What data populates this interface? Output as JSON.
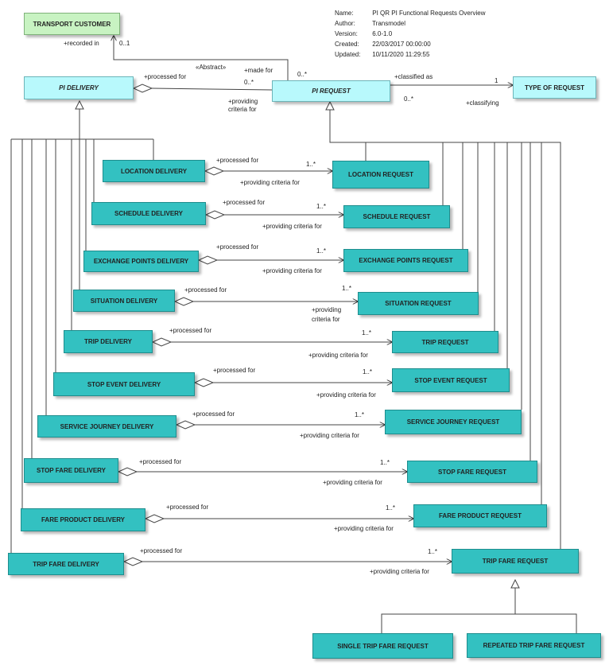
{
  "metadata": {
    "name_label": "Name:",
    "name_value": "PI QR PI Functional Requests Overview",
    "author_label": "Author:",
    "author_value": "Transmodel",
    "version_label": "Version:",
    "version_value": "6.0-1.0",
    "created_label": "Created:",
    "created_value": "22/03/2017 00:00:00",
    "updated_label": "Updated:",
    "updated_value": "10/11/2020 11:29:55"
  },
  "classes": {
    "transport_customer": "TRANSPORT CUSTOMER",
    "pi_delivery": "PI DELIVERY",
    "pi_request": "PI REQUEST",
    "type_of_request": "TYPE OF REQUEST",
    "location_delivery": "LOCATION DELIVERY",
    "location_request": "LOCATION REQUEST",
    "schedule_delivery": "SCHEDULE DELIVERY",
    "schedule_request": "SCHEDULE REQUEST",
    "exchange_points_delivery": "EXCHANGE POINTS DELIVERY",
    "exchange_points_request": "EXCHANGE POINTS REQUEST",
    "situation_delivery": "SITUATION  DELIVERY",
    "situation_request": "SITUATION REQUEST",
    "trip_delivery": "TRIP DELIVERY",
    "trip_request": "TRIP REQUEST",
    "stop_event_delivery": "STOP EVENT DELIVERY",
    "stop_event_request": "STOP EVENT REQUEST",
    "service_journey_delivery": "SERVICE JOURNEY DELIVERY",
    "service_journey_request": "SERVICE JOURNEY REQUEST",
    "stop_fare_delivery": "STOP FARE DELIVERY",
    "stop_fare_request": "STOP FARE REQUEST",
    "fare_product_delivery": "FARE PRODUCT DELIVERY",
    "fare_product_request": "FARE PRODUCT REQUEST",
    "trip_fare_delivery": "TRIP FARE DELIVERY",
    "trip_fare_request": "TRIP FARE REQUEST",
    "single_trip_fare_request": "SINGLE TRIP FARE REQUEST",
    "repeated_trip_fare_request": "REPEATED TRIP FARE REQUEST"
  },
  "labels": {
    "recorded_in": "+recorded in",
    "mult_0_1": "0..1",
    "abstract": "«Abstract»",
    "made_for": "+made for",
    "mult_0_many": "0..*",
    "processed_for": "+processed for",
    "providing_criteria_for": "+providing criteria for",
    "providing": "+providing",
    "criteria_for": "criteria for",
    "classified_as": "+classified as",
    "classifying": "+classifying",
    "mult_1": "1",
    "mult_1_many": "1..*"
  }
}
